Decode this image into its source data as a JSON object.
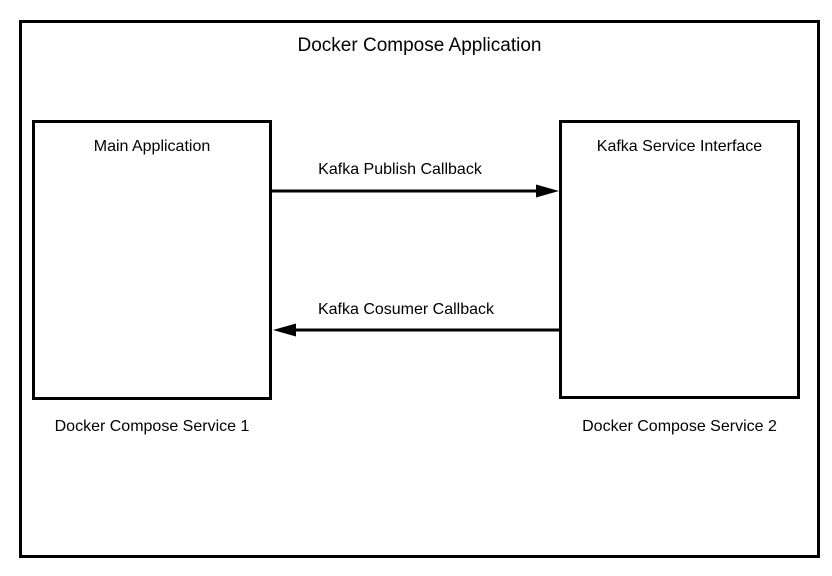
{
  "diagram": {
    "title": "Docker Compose Application",
    "nodes": [
      {
        "id": "main-application",
        "label": "Main Application",
        "caption": "Docker Compose Service 1"
      },
      {
        "id": "kafka-service-interface",
        "label": "Kafka Service Interface",
        "caption": "Docker Compose Service 2"
      }
    ],
    "edges": [
      {
        "id": "publish-edge",
        "label": "Kafka Publish Callback",
        "from": "main-application",
        "to": "kafka-service-interface",
        "direction": "right"
      },
      {
        "id": "consumer-edge",
        "label": "Kafka Cosumer Callback",
        "from": "kafka-service-interface",
        "to": "main-application",
        "direction": "left"
      }
    ],
    "colors": {
      "stroke": "#000000",
      "background": "#ffffff"
    }
  }
}
